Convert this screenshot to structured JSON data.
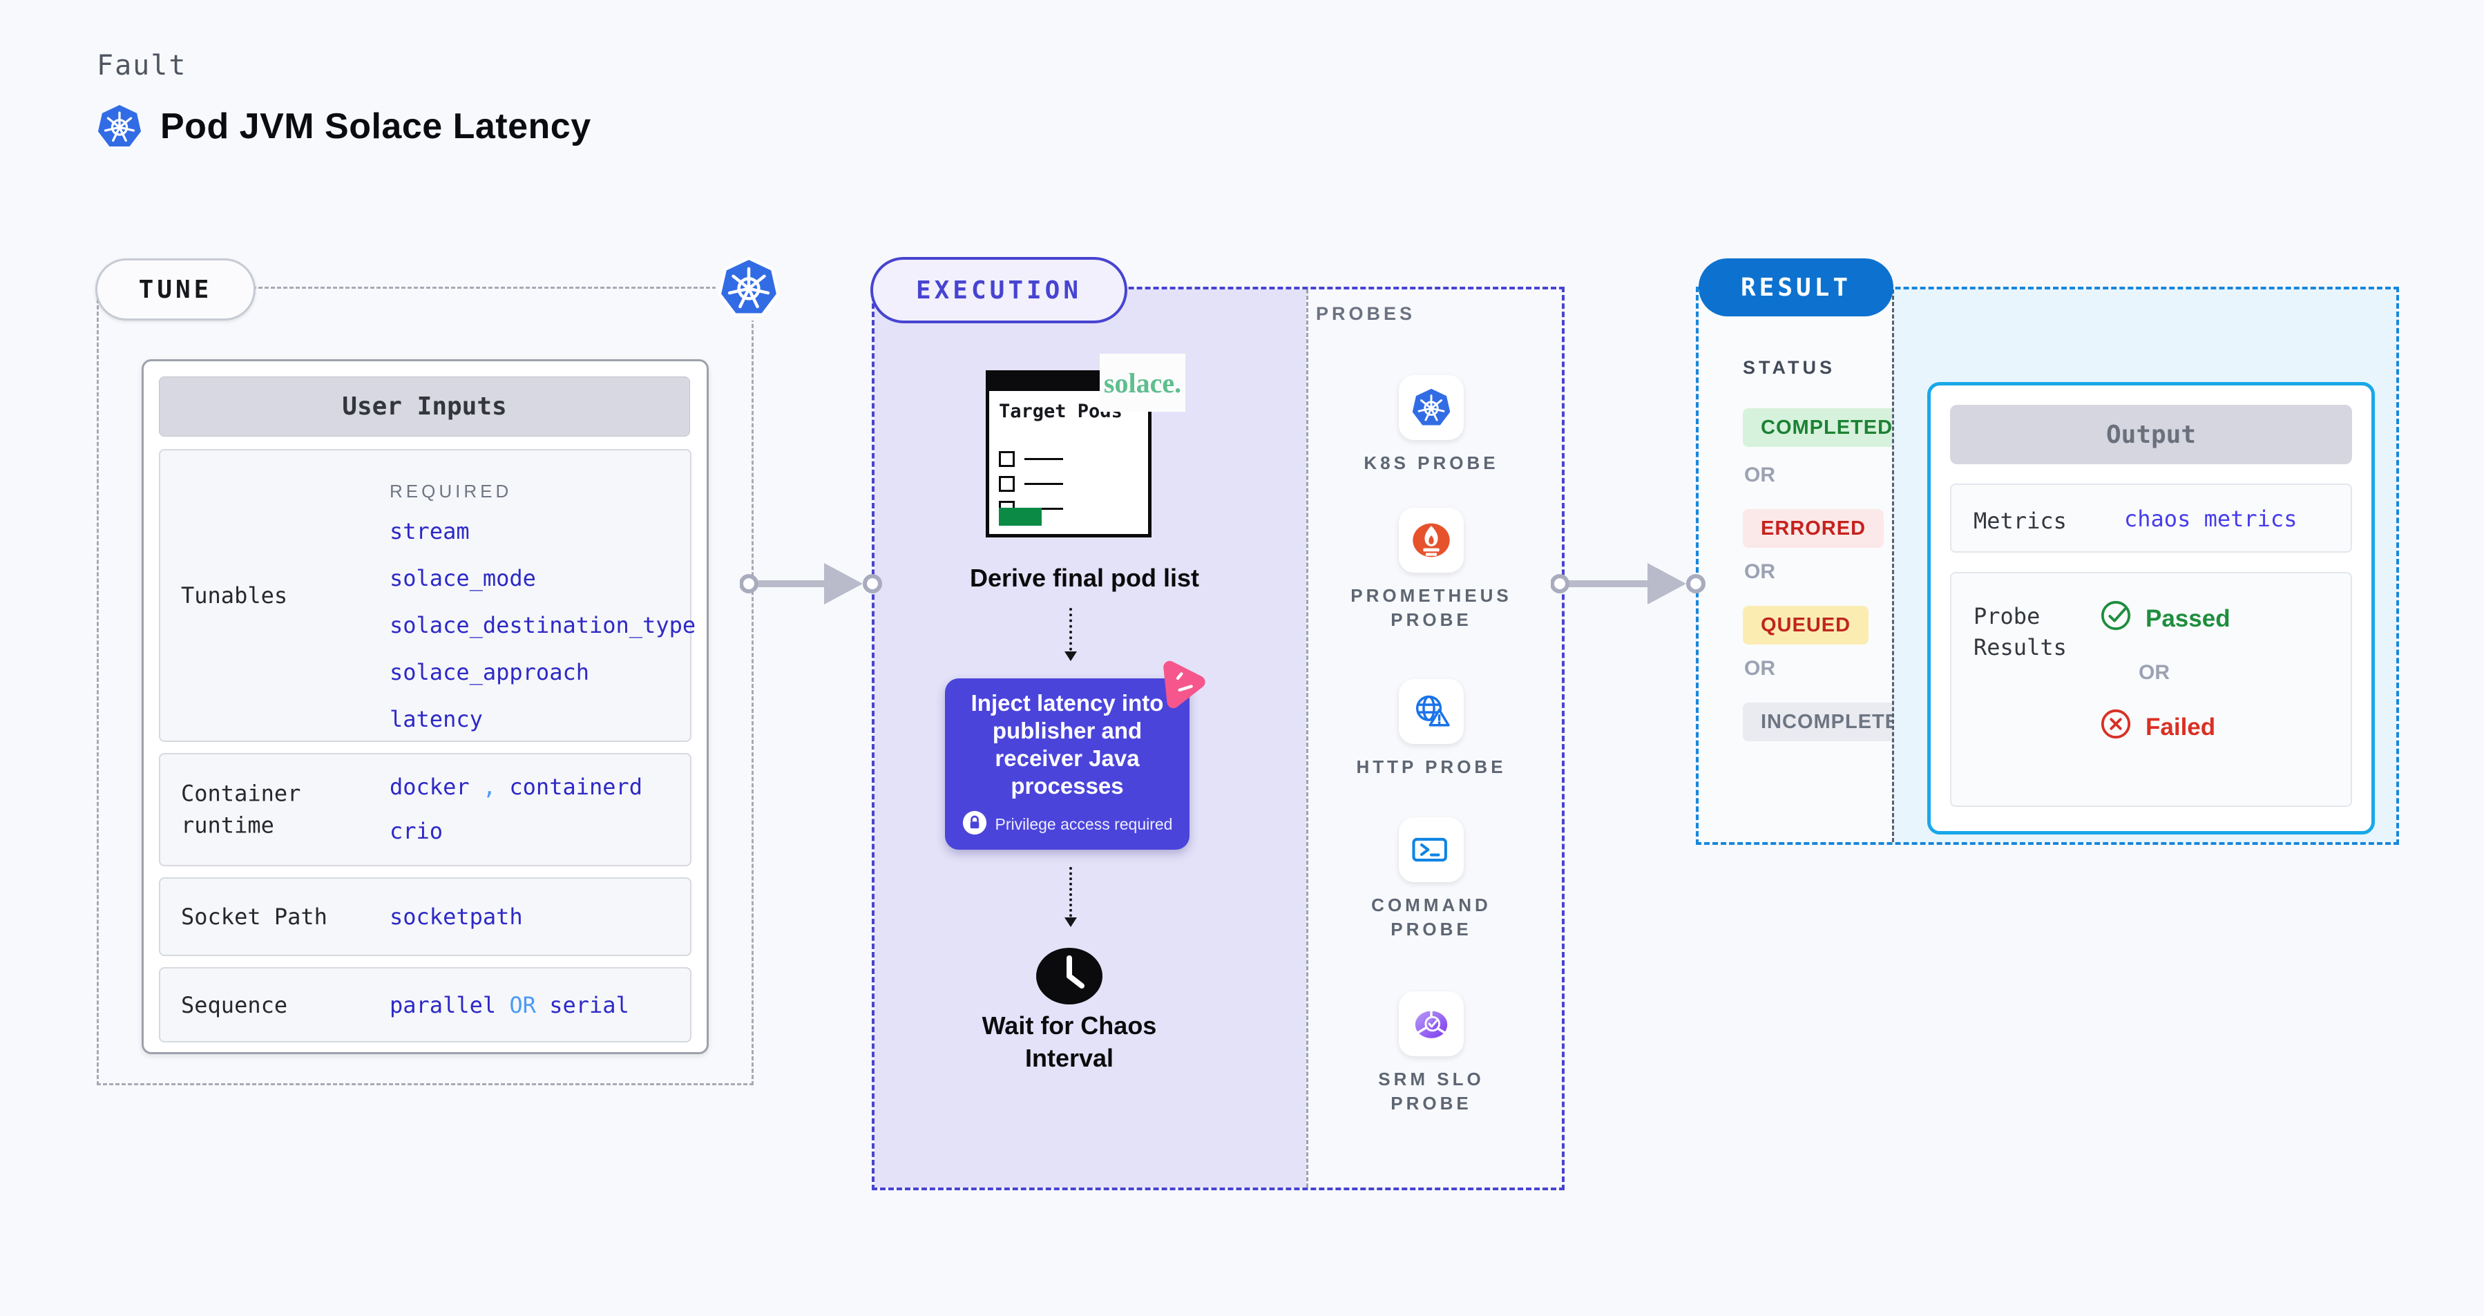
{
  "header": {
    "eyebrow": "Fault",
    "title": "Pod JVM Solace Latency"
  },
  "tune": {
    "pill": "TUNE",
    "card": {
      "title": "User Inputs",
      "tunables": {
        "label": "Tunables",
        "required_label": "REQUIRED",
        "values": [
          "stream",
          "solace_mode",
          "solace_destination_type",
          "solace_approach",
          "latency"
        ]
      },
      "container_runtime": {
        "label": "Container runtime",
        "value1": "docker",
        "separator": ",",
        "value2": "containerd",
        "value3": "crio"
      },
      "socket_path": {
        "label": "Socket Path",
        "value": "socketpath"
      },
      "sequence": {
        "label": "Sequence",
        "value1": "parallel",
        "or": "OR",
        "value2": "serial"
      }
    }
  },
  "execution": {
    "pill": "EXECUTION",
    "target_pods": {
      "window_title": "Target Pods",
      "logo": "solace."
    },
    "step1_caption": "Derive final pod list",
    "inject_step": {
      "text": "Inject latency into publisher and receiver Java processes",
      "note": "Privilege access required"
    },
    "wait_caption": "Wait for Chaos Interval"
  },
  "probes": {
    "panel_label": "PROBES",
    "items": [
      {
        "label": "K8S PROBE",
        "icon": "kubernetes-probe-icon"
      },
      {
        "label": "PROMETHEUS PROBE",
        "icon": "prometheus-probe-icon"
      },
      {
        "label": "HTTP PROBE",
        "icon": "http-probe-icon"
      },
      {
        "label": "COMMAND PROBE",
        "icon": "command-probe-icon"
      },
      {
        "label": "SRM SLO PROBE",
        "icon": "srm-slo-probe-icon"
      }
    ]
  },
  "result": {
    "pill": "RESULT",
    "status_label": "STATUS",
    "or_label": "OR",
    "statuses": [
      {
        "label": "COMPLETED",
        "text_color": "#1C8234",
        "bg_color": "#D7F2DC"
      },
      {
        "label": "ERRORED",
        "text_color": "#C5221E",
        "bg_color": "#FBE8E8"
      },
      {
        "label": "QUEUED",
        "text_color": "#C0261C",
        "bg_color": "#FBEDB2"
      },
      {
        "label": "INCOMPLETED",
        "text_color": "#6E7582",
        "bg_color": "#E9EBF1"
      }
    ],
    "output": {
      "title": "Output",
      "metrics_label": "Metrics",
      "metrics_value": "chaos metrics",
      "probe_results_label": "Probe Results",
      "passed_label": "Passed",
      "failed_label": "Failed"
    }
  },
  "colors": {
    "background": "#F8F9FC",
    "tune_dash": "#A6AAB4",
    "execution_accent": "#4744D1",
    "execution_fill": "#E4E2F8",
    "inject_box": "#4B44DB",
    "result_dash": "#1787DC",
    "result_pill": "#0D72CF",
    "output_border": "#18A8E8",
    "output_fill": "#E8F5FC",
    "value_blue": "#2D29C7",
    "connector_blue": "#4D9AF5",
    "kubernetes_blue": "#326CE5",
    "prometheus_orange": "#E6522C",
    "solace_green": "#5FBE8E",
    "chaos_pink": "#F5578C",
    "passed_green": "#1E8E3E",
    "failed_red": "#D93025"
  }
}
